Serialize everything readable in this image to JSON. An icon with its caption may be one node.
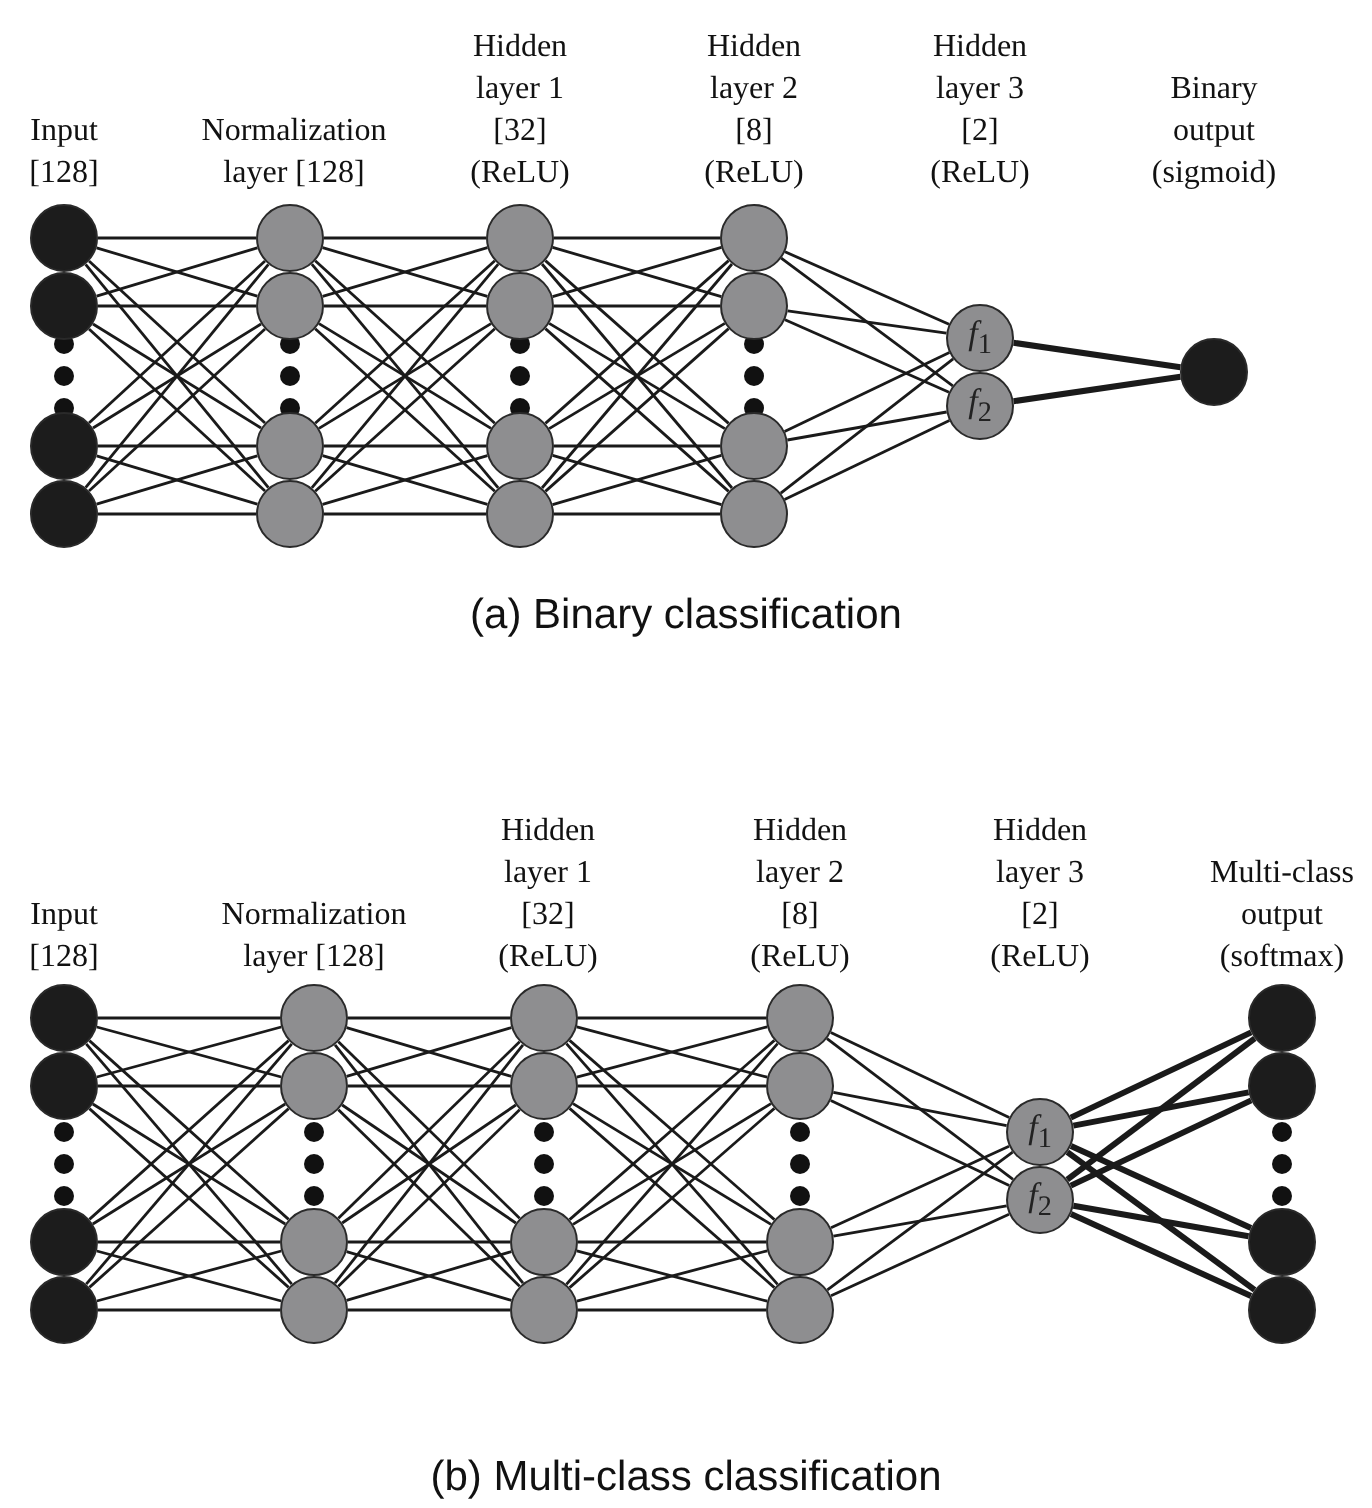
{
  "diagram": {
    "nodes": [
      {
        "text": [],
        "shape": "circle"
      },
      {
        "text": [],
        "shape": "circle"
      },
      {
        "text": [],
        "shape": "circle"
      },
      {
        "text": [],
        "shape": "circle"
      },
      {
        "text": [],
        "shape": "circle"
      },
      {
        "text": [],
        "shape": "circle"
      },
      {
        "text": [],
        "shape": "circle"
      },
      {
        "text": [],
        "shape": "circle"
      },
      {
        "text": [],
        "shape": "circle"
      },
      {
        "text": [],
        "shape": "circle"
      },
      {
        "text": [],
        "shape": "circle"
      },
      {
        "text": [],
        "shape": "circle"
      },
      {
        "text": [],
        "shape": "circle"
      },
      {
        "text": [],
        "shape": "circle"
      },
      {
        "text": [],
        "shape": "circle"
      },
      {
        "text": [],
        "shape": "circle"
      },
      {
        "text": [
          "*f*$_{1}$"
        ]
      },
      {
        "text": [
          "*f*$_{2}$"
        ]
      },
      {
        "text": [],
        "shape": "circle"
      },
      {
        "text": [],
        "shape": "circle"
      },
      {
        "text": [],
        "shape": "circle"
      },
      {
        "text": [],
        "shape": "circle"
      },
      {
        "text": [],
        "shape": "circle"
      },
      {
        "text": [],
        "shape": "circle"
      },
      {
        "text": [],
        "shape": "circle"
      },
      {
        "text": [],
        "shape": "circle"
      },
      {
        "text": [],
        "shape": "circle"
      },
      {
        "text": [],
        "shape": "circle"
      },
      {
        "text": [],
        "shape": "circle"
      },
      {
        "text": [],
        "shape": "circle"
      },
      {
        "text": [],
        "shape": "circle"
      },
      {
        "text": [],
        "shape": "circle"
      },
      {
        "text": [],
        "shape": "circle"
      },
      {
        "text": [],
        "shape": "circle"
      },
      {
        "text": [],
        "shape": "circle"
      },
      {
        "text": [
          "*f*$_{1}$"
        ]
      },
      {
        "text": [
          "*f*$_{2}$"
        ]
      },
      {
        "text": [],
        "shape": "circle"
      },
      {
        "text": [],
        "shape": "circle"
      },
      {
        "text": [],
        "shape": "circle"
      },
      {
        "text": [],
        "shape": "circle"
      }
    ],
    "edges": [
      {
        "from": 0,
        "to": 4,
        "arrow": "none"
      },
      {
        "from": 0,
        "to": 5,
        "arrow": "none"
      },
      {
        "from": 0,
        "to": 6,
        "arrow": "none"
      },
      {
        "from": 0,
        "to": 7,
        "arrow": "none"
      },
      {
        "from": 1,
        "to": 4,
        "arrow": "none"
      },
      {
        "from": 1,
        "to": 5,
        "arrow": "none"
      },
      {
        "from": 1,
        "to": 6,
        "arrow": "none"
      },
      {
        "from": 1,
        "to": 7,
        "arrow": "none"
      },
      {
        "from": 2,
        "to": 4,
        "arrow": "none"
      },
      {
        "from": 2,
        "to": 5,
        "arrow": "none"
      },
      {
        "from": 2,
        "to": 6,
        "arrow": "none"
      },
      {
        "from": 2,
        "to": 7,
        "arrow": "none"
      },
      {
        "from": 3,
        "to": 4,
        "arrow": "none"
      },
      {
        "from": 3,
        "to": 5,
        "arrow": "none"
      },
      {
        "from": 3,
        "to": 6,
        "arrow": "none"
      },
      {
        "from": 3,
        "to": 7,
        "arrow": "none"
      },
      {
        "from": 4,
        "to": 8,
        "arrow": "none"
      },
      {
        "from": 4,
        "to": 9,
        "arrow": "none"
      },
      {
        "from": 4,
        "to": 10,
        "arrow": "none"
      },
      {
        "from": 4,
        "to": 11,
        "arrow": "none"
      },
      {
        "from": 5,
        "to": 8,
        "arrow": "none"
      },
      {
        "from": 5,
        "to": 9,
        "arrow": "none"
      },
      {
        "from": 5,
        "to": 10,
        "arrow": "none"
      },
      {
        "from": 5,
        "to": 11,
        "arrow": "none"
      },
      {
        "from": 6,
        "to": 8,
        "arrow": "none"
      },
      {
        "from": 6,
        "to": 9,
        "arrow": "none"
      },
      {
        "from": 6,
        "to": 10,
        "arrow": "none"
      },
      {
        "from": 6,
        "to": 11,
        "arrow": "none"
      },
      {
        "from": 7,
        "to": 8,
        "arrow": "none"
      },
      {
        "from": 7,
        "to": 9,
        "arrow": "none"
      },
      {
        "from": 7,
        "to": 10,
        "arrow": "none"
      },
      {
        "from": 7,
        "to": 11,
        "arrow": "none"
      },
      {
        "from": 8,
        "to": 12,
        "arrow": "none"
      },
      {
        "from": 8,
        "to": 13,
        "arrow": "none"
      },
      {
        "from": 8,
        "to": 14,
        "arrow": "none"
      },
      {
        "from": 8,
        "to": 15,
        "arrow": "none"
      },
      {
        "from": 9,
        "to": 12,
        "arrow": "none"
      },
      {
        "from": 9,
        "to": 13,
        "arrow": "none"
      },
      {
        "from": 9,
        "to": 14,
        "arrow": "none"
      },
      {
        "from": 9,
        "to": 15,
        "arrow": "none"
      },
      {
        "from": 10,
        "to": 12,
        "arrow": "none"
      },
      {
        "from": 10,
        "to": 13,
        "arrow": "none"
      },
      {
        "from": 10,
        "to": 14,
        "arrow": "none"
      },
      {
        "from": 10,
        "to": 15,
        "arrow": "none"
      },
      {
        "from": 11,
        "to": 12,
        "arrow": "none"
      },
      {
        "from": 11,
        "to": 13,
        "arrow": "none"
      },
      {
        "from": 11,
        "to": 14,
        "arrow": "none"
      },
      {
        "from": 11,
        "to": 15,
        "arrow": "none"
      },
      {
        "from": 12,
        "to": 16,
        "arrow": "none"
      },
      {
        "from": 12,
        "to": 17,
        "arrow": "none"
      },
      {
        "from": 13,
        "to": 16,
        "arrow": "none"
      },
      {
        "from": 13,
        "to": 17,
        "arrow": "none"
      },
      {
        "from": 14,
        "to": 16,
        "arrow": "none"
      },
      {
        "from": 14,
        "to": 17,
        "arrow": "none"
      },
      {
        "from": 15,
        "to": 16,
        "arrow": "none"
      },
      {
        "from": 15,
        "to": 17,
        "arrow": "none"
      },
      {
        "from": 16,
        "to": 18,
        "arrow": "none",
        "style": "thick"
      },
      {
        "from": 17,
        "to": 18,
        "arrow": "none",
        "style": "thick"
      },
      {
        "from": 19,
        "to": 23,
        "arrow": "none"
      },
      {
        "from": 19,
        "to": 24,
        "arrow": "none"
      },
      {
        "from": 19,
        "to": 25,
        "arrow": "none"
      },
      {
        "from": 19,
        "to": 26,
        "arrow": "none"
      },
      {
        "from": 20,
        "to": 23,
        "arrow": "none"
      },
      {
        "from": 20,
        "to": 24,
        "arrow": "none"
      },
      {
        "from": 20,
        "to": 25,
        "arrow": "none"
      },
      {
        "from": 20,
        "to": 26,
        "arrow": "none"
      },
      {
        "from": 21,
        "to": 23,
        "arrow": "none"
      },
      {
        "from": 21,
        "to": 24,
        "arrow": "none"
      },
      {
        "from": 21,
        "to": 25,
        "arrow": "none"
      },
      {
        "from": 21,
        "to": 26,
        "arrow": "none"
      },
      {
        "from": 22,
        "to": 23,
        "arrow": "none"
      },
      {
        "from": 22,
        "to": 24,
        "arrow": "none"
      },
      {
        "from": 22,
        "to": 25,
        "arrow": "none"
      },
      {
        "from": 22,
        "to": 26,
        "arrow": "none"
      },
      {
        "from": 23,
        "to": 27,
        "arrow": "none"
      },
      {
        "from": 23,
        "to": 28,
        "arrow": "none"
      },
      {
        "from": 23,
        "to": 29,
        "arrow": "none"
      },
      {
        "from": 23,
        "to": 30,
        "arrow": "none"
      },
      {
        "from": 24,
        "to": 27,
        "arrow": "none"
      },
      {
        "from": 24,
        "to": 28,
        "arrow": "none"
      },
      {
        "from": 24,
        "to": 29,
        "arrow": "none"
      },
      {
        "from": 24,
        "to": 30,
        "arrow": "none"
      },
      {
        "from": 25,
        "to": 27,
        "arrow": "none"
      },
      {
        "from": 25,
        "to": 28,
        "arrow": "none"
      },
      {
        "from": 25,
        "to": 29,
        "arrow": "none"
      },
      {
        "from": 25,
        "to": 30,
        "arrow": "none"
      },
      {
        "from": 26,
        "to": 27,
        "arrow": "none"
      },
      {
        "from": 26,
        "to": 28,
        "arrow": "none"
      },
      {
        "from": 26,
        "to": 29,
        "arrow": "none"
      },
      {
        "from": 26,
        "to": 30,
        "arrow": "none"
      },
      {
        "from": 27,
        "to": 31,
        "arrow": "none"
      },
      {
        "from": 27,
        "to": 32,
        "arrow": "none"
      },
      {
        "from": 27,
        "to": 33,
        "arrow": "none"
      },
      {
        "from": 27,
        "to": 34,
        "arrow": "none"
      },
      {
        "from": 28,
        "to": 31,
        "arrow": "none"
      },
      {
        "from": 28,
        "to": 32,
        "arrow": "none"
      },
      {
        "from": 28,
        "to": 33,
        "arrow": "none"
      },
      {
        "from": 28,
        "to": 34,
        "arrow": "none"
      },
      {
        "from": 29,
        "to": 31,
        "arrow": "none"
      },
      {
        "from": 29,
        "to": 32,
        "arrow": "none"
      },
      {
        "from": 29,
        "to": 33,
        "arrow": "none"
      },
      {
        "from": 29,
        "to": 34,
        "arrow": "none"
      },
      {
        "from": 30,
        "to": 31,
        "arrow": "none"
      },
      {
        "from": 30,
        "to": 32,
        "arrow": "none"
      },
      {
        "from": 30,
        "to": 33,
        "arrow": "none"
      },
      {
        "from": 30,
        "to": 34,
        "arrow": "none"
      },
      {
        "from": 31,
        "to": 35,
        "arrow": "none"
      },
      {
        "from": 31,
        "to": 36,
        "arrow": "none"
      },
      {
        "from": 32,
        "to": 35,
        "arrow": "none"
      },
      {
        "from": 32,
        "to": 36,
        "arrow": "none"
      },
      {
        "from": 33,
        "to": 35,
        "arrow": "none"
      },
      {
        "from": 33,
        "to": 36,
        "arrow": "none"
      },
      {
        "from": 34,
        "to": 35,
        "arrow": "none"
      },
      {
        "from": 34,
        "to": 36,
        "arrow": "none"
      },
      {
        "from": 35,
        "to": 37,
        "arrow": "none",
        "style": "thick"
      },
      {
        "from": 35,
        "to": 38,
        "arrow": "none",
        "style": "thick"
      },
      {
        "from": 35,
        "to": 39,
        "arrow": "none",
        "style": "thick"
      },
      {
        "from": 35,
        "to": 40,
        "arrow": "none",
        "style": "thick"
      },
      {
        "from": 36,
        "to": 37,
        "arrow": "none",
        "style": "thick"
      },
      {
        "from": 36,
        "to": 38,
        "arrow": "none",
        "style": "thick"
      },
      {
        "from": 36,
        "to": 39,
        "arrow": "none",
        "style": "thick"
      },
      {
        "from": 36,
        "to": 40,
        "arrow": "none",
        "style": "thick"
      }
    ],
    "labels": [
      "Input [128]",
      "Normalization layer [128]",
      "Hidden layer 1 [32] (ReLU)",
      "Hidden layer 2 [8] (ReLU)",
      "Hidden layer 3 [2] (ReLU)",
      "Binary output (sigmoid)",
      "(a) Binary classification",
      "Input [128]",
      "Normalization layer [128]",
      "Hidden layer 1 [32] (ReLU)",
      "Hidden layer 2 [8] (ReLU)",
      "Hidden layer 3 [2] (ReLU)",
      "Multi-class output (softmax)",
      "(b) Multi-class classification"
    ]
  }
}
